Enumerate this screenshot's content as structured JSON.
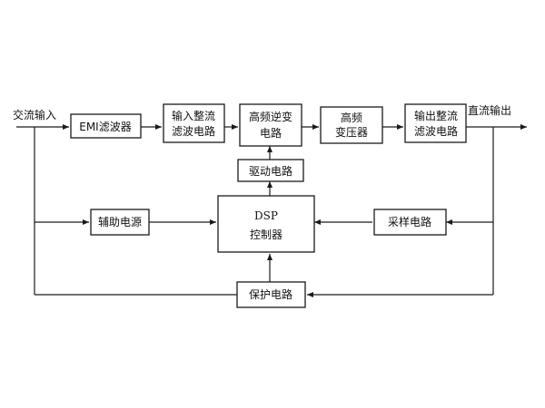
{
  "colors": {
    "line": "#1a1a1a",
    "box_fill": "#ffffff",
    "text": "#111111"
  },
  "io": {
    "ac_input": "交流输入",
    "dc_output": "直流输出"
  },
  "blocks": {
    "emi_filter": "EMI滤波器",
    "input_rect_filter_l1": "输入整流",
    "input_rect_filter_l2": "滤波电路",
    "hf_inverter_l1": "高频逆变",
    "hf_inverter_l2": "电路",
    "hf_transformer_l1": "高频",
    "hf_transformer_l2": "变压器",
    "output_rect_filter_l1": "输出整流",
    "output_rect_filter_l2": "滤波电路",
    "driver": "驱动电路",
    "aux_power": "辅助电源",
    "dsp_l1": "DSP",
    "dsp_l2": "控制器",
    "sampling": "采样电路",
    "protection": "保护电路"
  }
}
